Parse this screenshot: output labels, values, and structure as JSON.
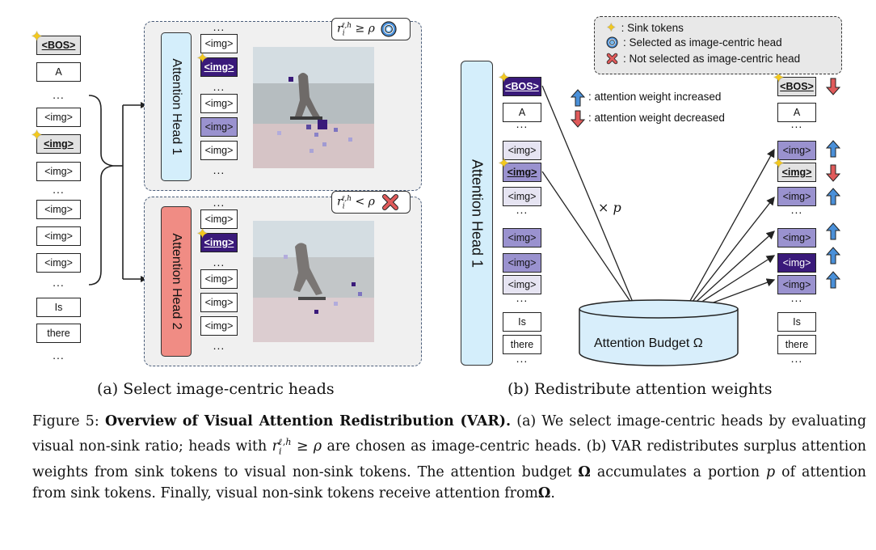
{
  "figure": {
    "panel_a": {
      "sequence": [
        "<BOS>",
        "A",
        "...",
        "<img>",
        "<img>",
        "<img>",
        "...",
        "<img>",
        "<img>",
        "<img>",
        "...",
        "Is",
        "there",
        "..."
      ],
      "head1": {
        "label": "Attention Head 1",
        "formula": "r_i^{ℓ,h} ≥ ρ",
        "result_icon": "selected-ring-icon"
      },
      "head2": {
        "label": "Attention Head 2",
        "formula": "r_i^{ℓ,h} < ρ",
        "result_icon": "not-selected-cross-icon"
      },
      "img_token": "<img>",
      "dots": "...",
      "caption": "(a) Select image-centric heads"
    },
    "panel_b": {
      "head_label": "Attention Head 1",
      "times_p": "× p",
      "budget_label": "Attention Budget Ω",
      "left_tokens": [
        "<BOS>",
        "A",
        "...",
        "<img>",
        "<img>",
        "<img>",
        "...",
        "<img>",
        "<img>",
        "<img>",
        "...",
        "Is",
        "there",
        "..."
      ],
      "right_tokens": [
        "<BOS>",
        "A",
        "...",
        "<img>",
        "<img>",
        "<img>",
        "...",
        "<img>",
        "<img>",
        "<img>",
        "...",
        "Is",
        "there",
        "..."
      ],
      "arrows_legend": {
        "up": ": attention weight increased",
        "down": ": attention weight decreased"
      },
      "caption": "(b) Redistribute attention weights"
    },
    "legend": {
      "sink": ": Sink tokens",
      "selected": ": Selected as image-centric head",
      "not_selected": ": Not selected as image-centric head"
    },
    "colors": {
      "light_purple": "#e6e4f2",
      "mid_purple": "#9a92cf",
      "dark_purple": "#3a1a7a",
      "head1_blue": "#d4eefb",
      "head2_red": "#f08c84",
      "sink_star": "#f2c81f",
      "up_arrow": "#4a90d9",
      "down_arrow": "#e05a5a"
    }
  },
  "caption": {
    "label": "Figure 5:",
    "title": "Overview of Visual Attention Redistribution (VAR).",
    "text_1": "(a) We select image-centric heads by evaluating visual non-sink ratio; heads with",
    "math_1": "r_i^{ℓ,h} ≥ ρ",
    "text_2": "are chosen as image-centric heads. (b) VAR redistributes surplus attention weights from sink tokens to visual non-sink tokens. The attention budget",
    "omega": "Ω",
    "text_3": "accumulates a portion",
    "p": "p",
    "text_4": "of attention from sink tokens. Finally, visual non-sink tokens receive attention from",
    "end": "."
  }
}
